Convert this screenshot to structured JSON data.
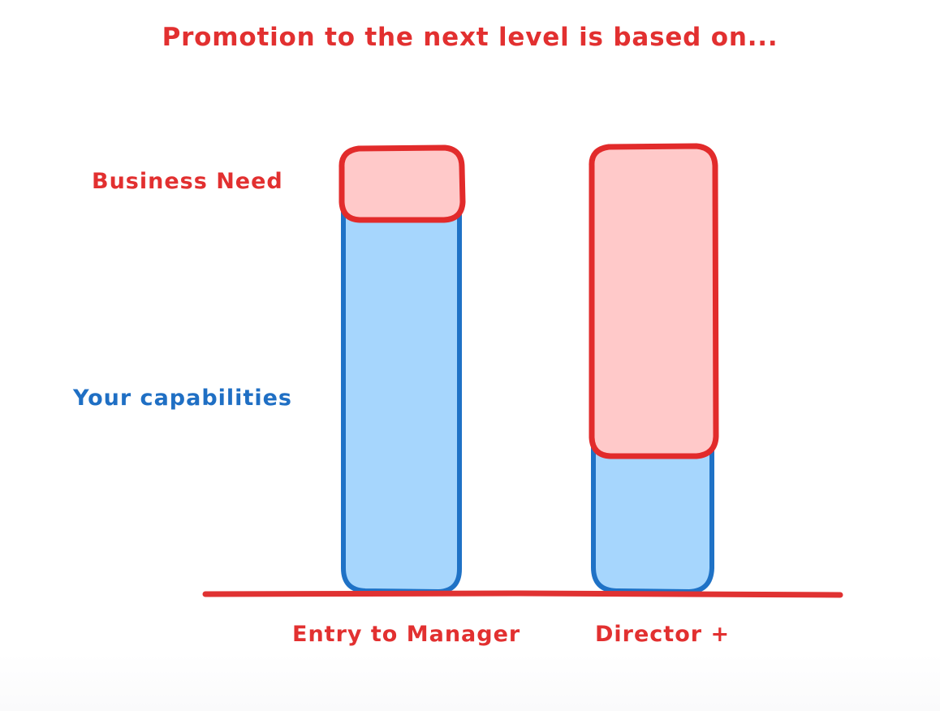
{
  "chart_data": {
    "type": "bar",
    "title": "Promotion to the next level is based on...",
    "subtitle": "",
    "xlabel": "",
    "ylabel": "",
    "stacked": true,
    "grid": false,
    "axis": {
      "y_axis_visible": false,
      "x_axis_visible": true,
      "x_axis_color": "#e03232",
      "ylim": [
        0,
        100
      ],
      "y_tick_labels": []
    },
    "legend": {
      "position": "left-inline",
      "entries": [
        {
          "name": "Business Need",
          "color": "#ffc9c9",
          "stroke": "#e22b2b",
          "label_color": "#e23030"
        },
        {
          "name": "Your capabilities",
          "color": "#a6d6fd",
          "stroke": "#1f72c6",
          "label_color": "#1f6fc4"
        }
      ]
    },
    "categories": [
      "Entry to Manager",
      "Director +"
    ],
    "series": [
      {
        "name": "Your capabilities",
        "values": [
          83,
          30
        ],
        "color": "#a6d6fd"
      },
      {
        "name": "Business Need",
        "values": [
          17,
          70
        ],
        "color": "#ffc9c9"
      }
    ],
    "totals": [
      100,
      100
    ],
    "annotations": [],
    "style": "hand-drawn sketch",
    "background": "#ffffff"
  },
  "chart": {
    "title": "Promotion to the next level is based on...",
    "legend_business_need": "Business Need",
    "legend_your_capabilities": "Your capabilities",
    "category_0": "Entry to Manager",
    "category_1": "Director +"
  },
  "colors": {
    "red_stroke": "#e22b2b",
    "red_text": "#e23030",
    "pink_fill": "#ffc9c9",
    "blue_stroke": "#1f72c6",
    "blue_text": "#1f6fc4",
    "blue_fill": "#a6d6fd",
    "baseline": "#e03232",
    "background": "#ffffff"
  }
}
